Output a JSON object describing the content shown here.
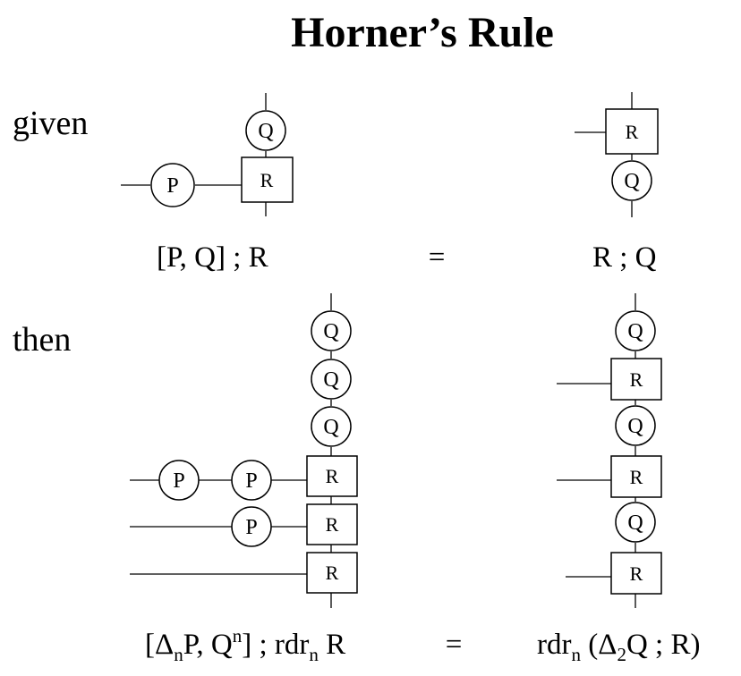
{
  "title": "Horner’s Rule",
  "given": {
    "label": "given",
    "lhs": "[P, Q] ; R",
    "equals": "=",
    "rhs": "R ; Q"
  },
  "then": {
    "label": "then",
    "lhs": {
      "open": "[Δ",
      "sub1": "n",
      "mid": "P, Q",
      "sup": "n",
      "mid2": "] ; rdr",
      "sub2": "n",
      "end": " R"
    },
    "equals": "=",
    "rhs": {
      "start": "rdr",
      "sub1": "n",
      "mid": " (Δ",
      "sub2": "2",
      "end": "Q ; R)"
    }
  },
  "node_labels": {
    "P": "P",
    "Q": "Q",
    "R": "R"
  }
}
